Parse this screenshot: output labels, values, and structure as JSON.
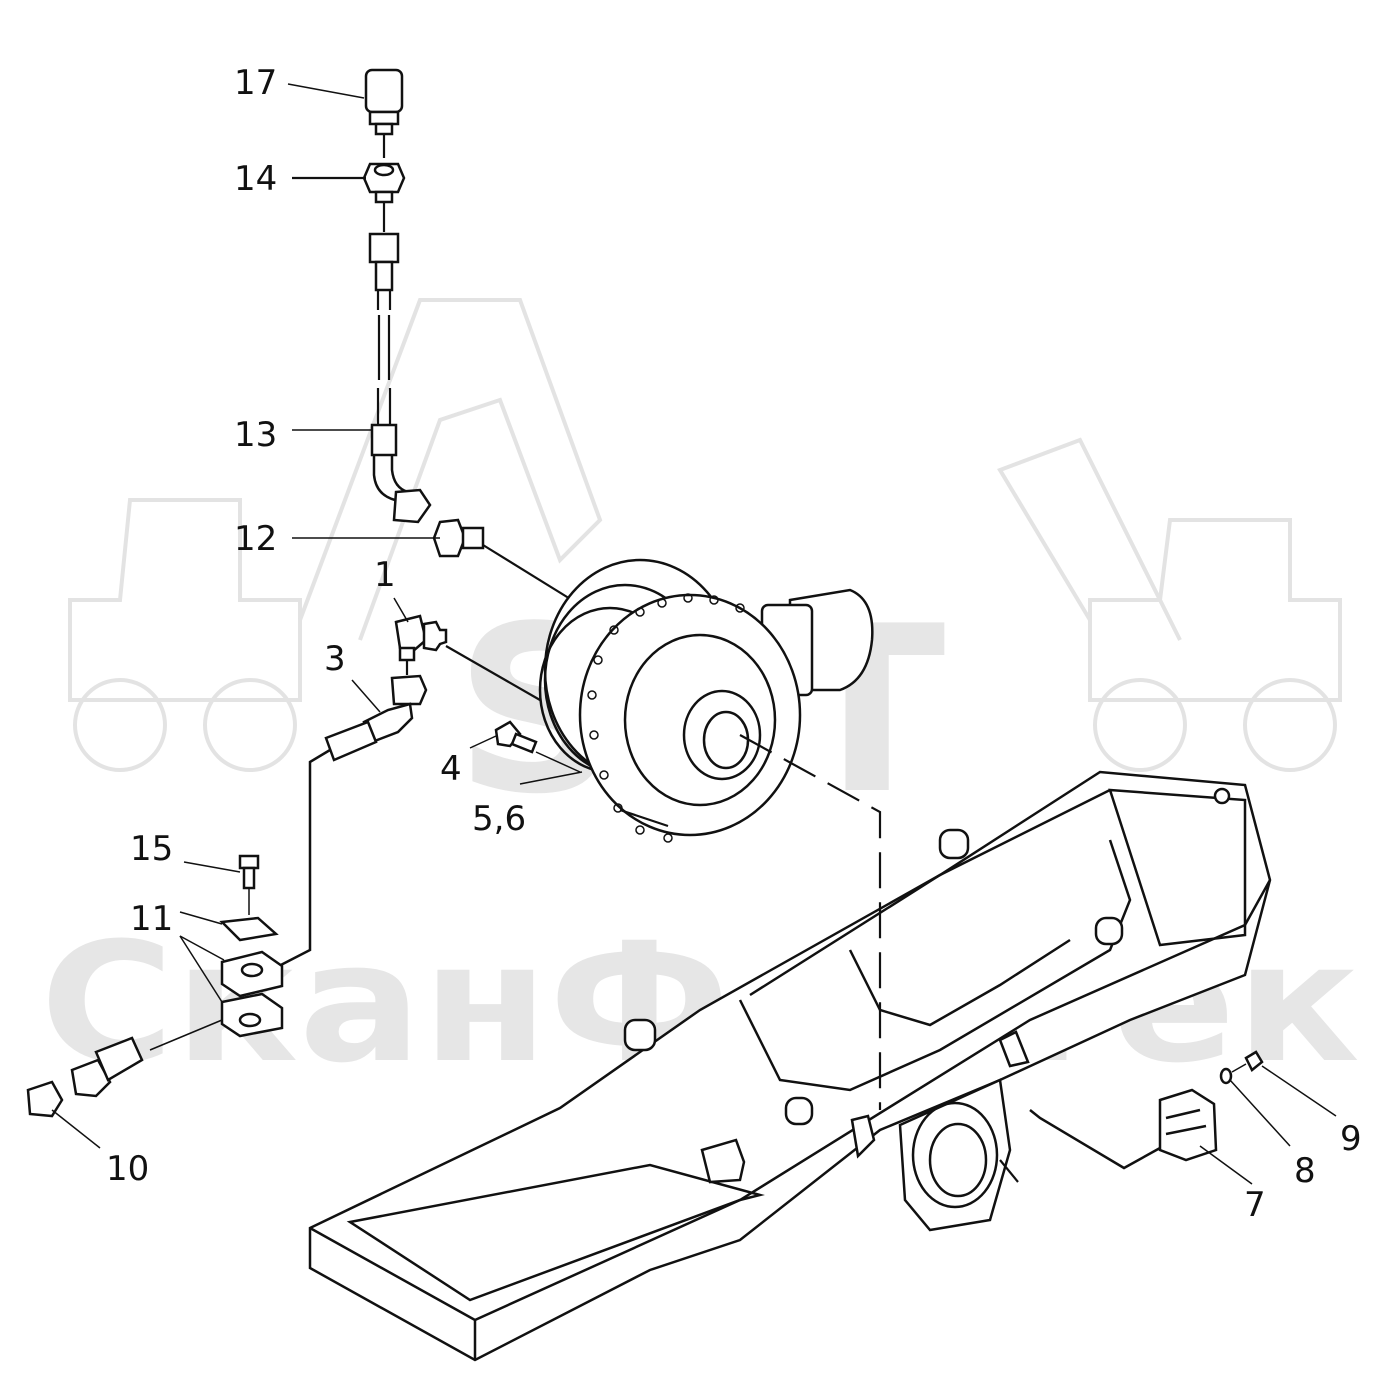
{
  "watermark": {
    "logo_text": "SPT",
    "brand_text": "СканФорТек"
  },
  "callouts": [
    {
      "id": "17",
      "label": "17"
    },
    {
      "id": "14",
      "label": "14"
    },
    {
      "id": "13",
      "label": "13"
    },
    {
      "id": "12",
      "label": "12"
    },
    {
      "id": "1",
      "label": "1"
    },
    {
      "id": "3",
      "label": "3"
    },
    {
      "id": "4",
      "label": "4"
    },
    {
      "id": "5-6",
      "label": "5,6"
    },
    {
      "id": "15",
      "label": "15"
    },
    {
      "id": "11",
      "label": "11"
    },
    {
      "id": "10",
      "label": "10"
    },
    {
      "id": "9",
      "label": "9"
    },
    {
      "id": "8",
      "label": "8"
    },
    {
      "id": "7",
      "label": "7"
    }
  ],
  "colors": {
    "ink": "#111111",
    "watermark": "#e6e6e6",
    "background": "#ffffff"
  }
}
